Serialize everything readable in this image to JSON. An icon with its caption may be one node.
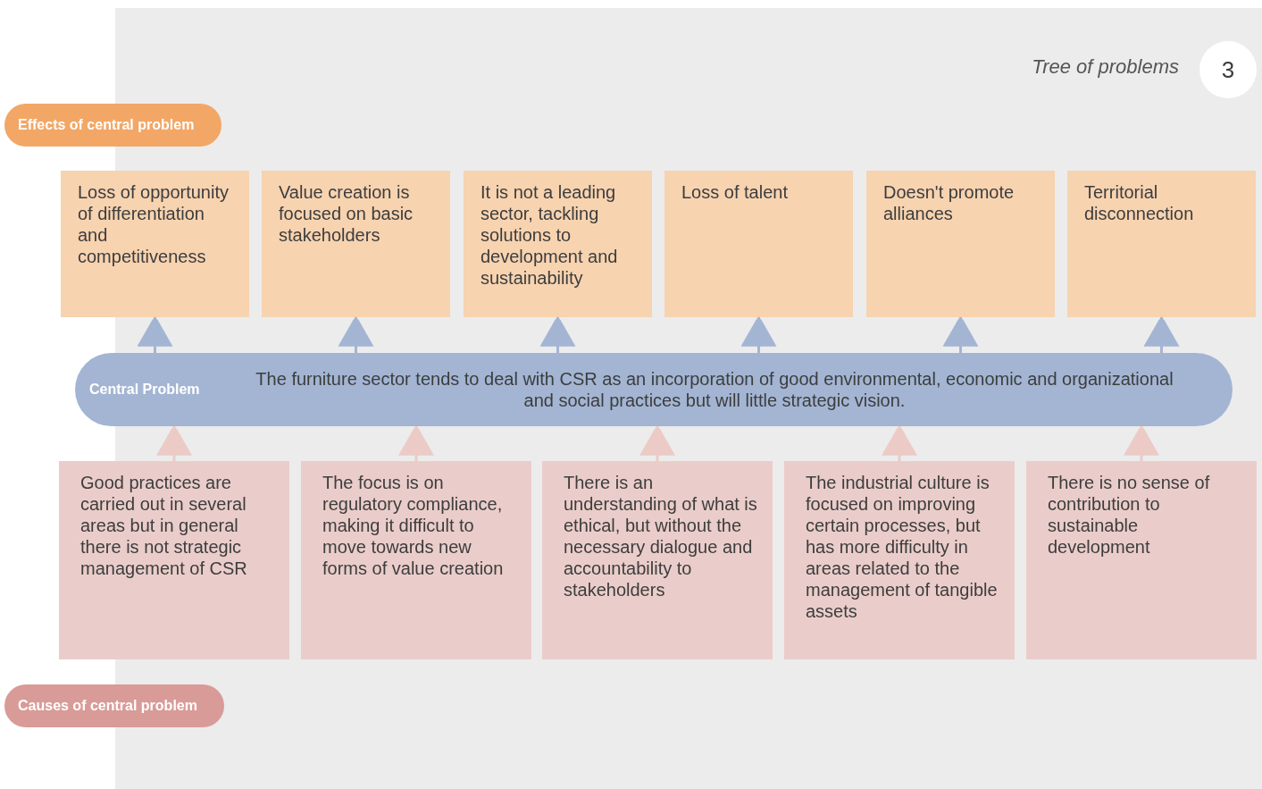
{
  "diagram": {
    "title": "Tree of problems",
    "nodes": [
      {
        "text": [
          "3"
        ]
      },
      {
        "text": [
          "Effects of central problem"
        ]
      },
      {
        "text": [
          "Loss of opportunity of differentiation and competitiveness"
        ]
      },
      {
        "text": [
          "Value creation is focused on basic stakeholders"
        ]
      },
      {
        "text": [
          "It is not a leading sector, tackling solutions to development and sustainability"
        ]
      },
      {
        "text": [
          "Loss of talent"
        ]
      },
      {
        "text": [
          "Doesn't promote alliances"
        ]
      },
      {
        "text": [
          "Territorial disconnection"
        ]
      },
      {
        "text": [
          "Central Problem",
          "The furniture sector tends to deal with CSR as an incorporation of good environmental, economic and organizational and social practices but will little strategic vision."
        ]
      },
      {
        "text": [
          "Good practices are carried out in several areas but in general there is not strategic management of CSR"
        ]
      },
      {
        "text": [
          "The focus is on regulatory compliance, making it difficult to move towards new forms of value creation"
        ]
      },
      {
        "text": [
          "There is an understanding of what is ethical, but without the necessary dialogue and accountability to stakeholders"
        ]
      },
      {
        "text": [
          "The industrial culture is focused on improving certain processes, but has more difficulty in areas related to the management of tangible assets"
        ]
      },
      {
        "text": [
          "There is no sense of contribution to sustainable development"
        ]
      },
      {
        "text": [
          "Causes of central problem"
        ]
      }
    ],
    "edges": [
      {
        "from": 8,
        "to": 2,
        "arrow": "to",
        "color": "#a3b5d3"
      },
      {
        "from": 8,
        "to": 3,
        "arrow": "to",
        "color": "#a3b5d3"
      },
      {
        "from": 8,
        "to": 4,
        "arrow": "to",
        "color": "#a3b5d3"
      },
      {
        "from": 8,
        "to": 5,
        "arrow": "to",
        "color": "#a3b5d3"
      },
      {
        "from": 8,
        "to": 6,
        "arrow": "to",
        "color": "#a3b5d3"
      },
      {
        "from": 8,
        "to": 7,
        "arrow": "to",
        "color": "#a3b5d3"
      },
      {
        "from": 9,
        "to": 8,
        "arrow": "to"
      },
      {
        "from": 10,
        "to": 8,
        "arrow": "to"
      },
      {
        "from": 11,
        "to": 8,
        "arrow": "to"
      },
      {
        "from": 12,
        "to": 8,
        "arrow": "to"
      },
      {
        "from": 13,
        "to": 8,
        "arrow": "to"
      }
    ]
  }
}
